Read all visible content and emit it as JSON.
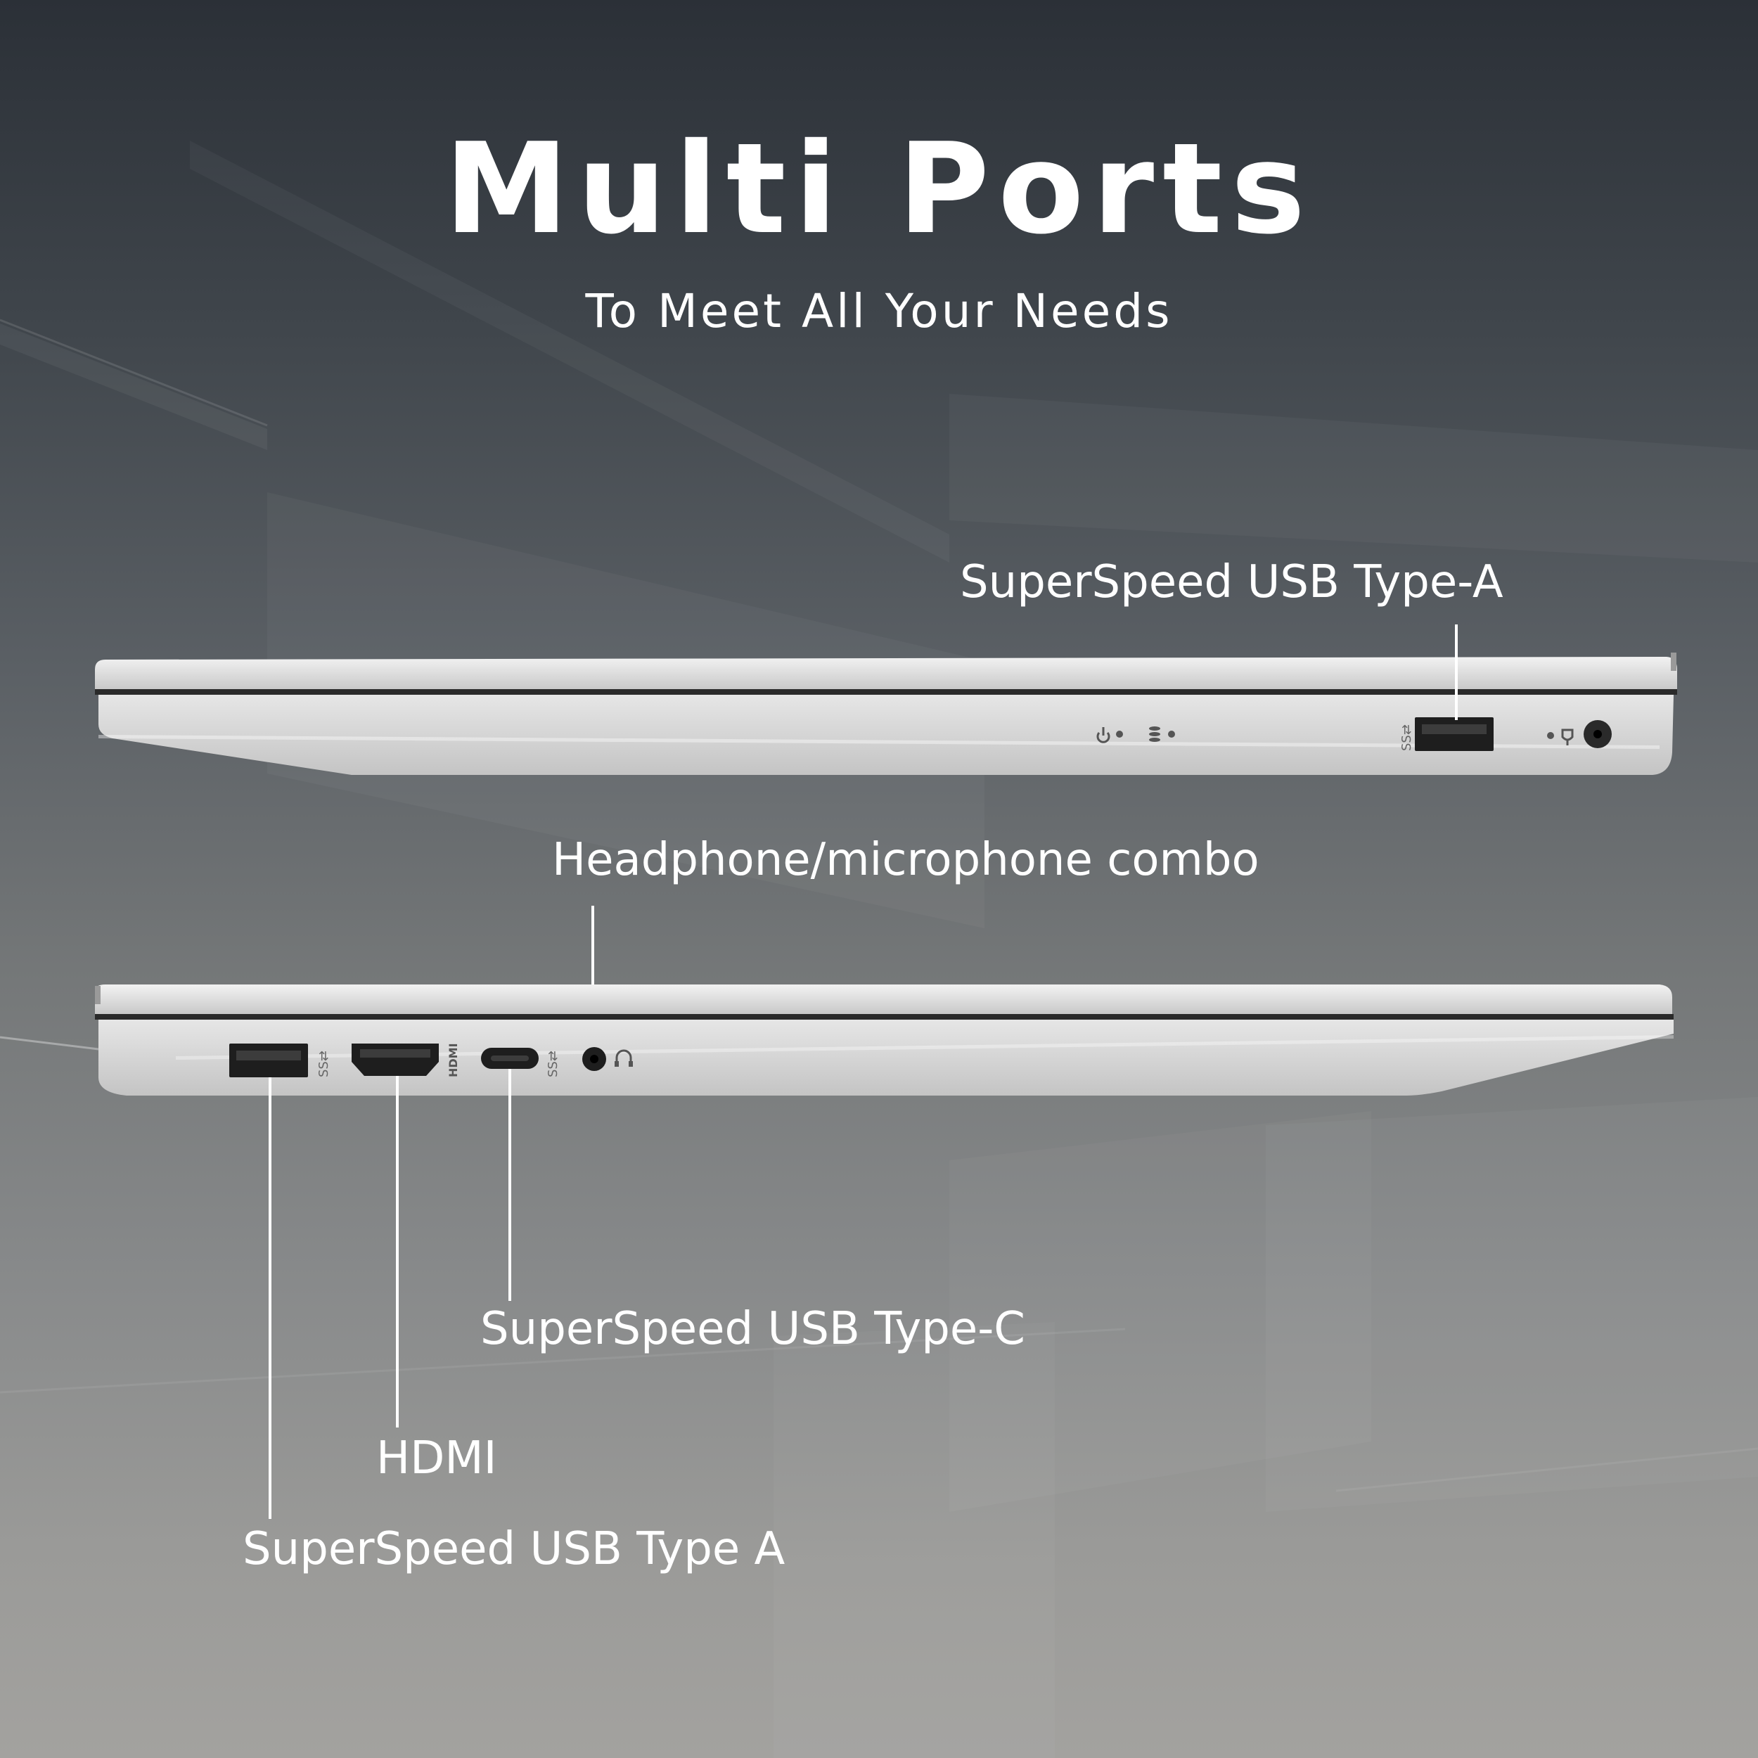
{
  "header": {
    "title": "Multi Ports",
    "subtitle": "To Meet All Your Needs"
  },
  "right_side": {
    "labels": {
      "usb_a": "SuperSpeed USB Type-A"
    },
    "icons": [
      "power-indicator-icon",
      "drive-activity-icon",
      "superspeed-usb-icon",
      "power-plug-icon"
    ]
  },
  "left_side": {
    "labels": {
      "audio_combo": "Headphone/microphone combo",
      "usb_c": "SuperSpeed USB Type-C",
      "hdmi": "HDMI",
      "usb_a": "SuperSpeed USB Type A"
    },
    "icons": [
      "superspeed-usb-icon",
      "hdmi-icon",
      "superspeed-usb-icon",
      "headset-icon"
    ]
  },
  "colors": {
    "laptop_silver": "#d9d9d9",
    "label_text": "#ffffff",
    "background_top": "#2b3037",
    "background_bottom": "#a3a29f"
  }
}
